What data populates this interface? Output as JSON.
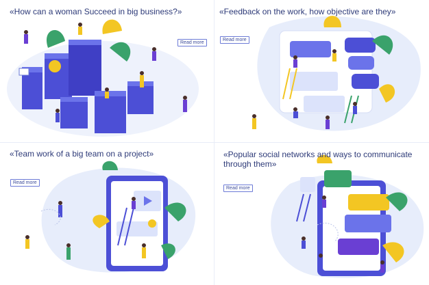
{
  "colors": {
    "title": "#2d3a78",
    "accent_blue": "#4c4fd6",
    "accent_purple": "#6a3fd3",
    "leaf_yellow": "#f3c623",
    "leaf_green": "#3aa26b",
    "blob": "#e7edfb"
  },
  "panels": [
    {
      "title": "«How can a woman Succeed in big business?»",
      "button": "Read more"
    },
    {
      "title": "«Feedback on the work, how objective are they»",
      "button": "Read more"
    },
    {
      "title": "«Team work of a big team on a project»",
      "button": "Read more"
    },
    {
      "title": "«Popular social networks and ways to communicate through them»",
      "button": "Read more"
    }
  ]
}
